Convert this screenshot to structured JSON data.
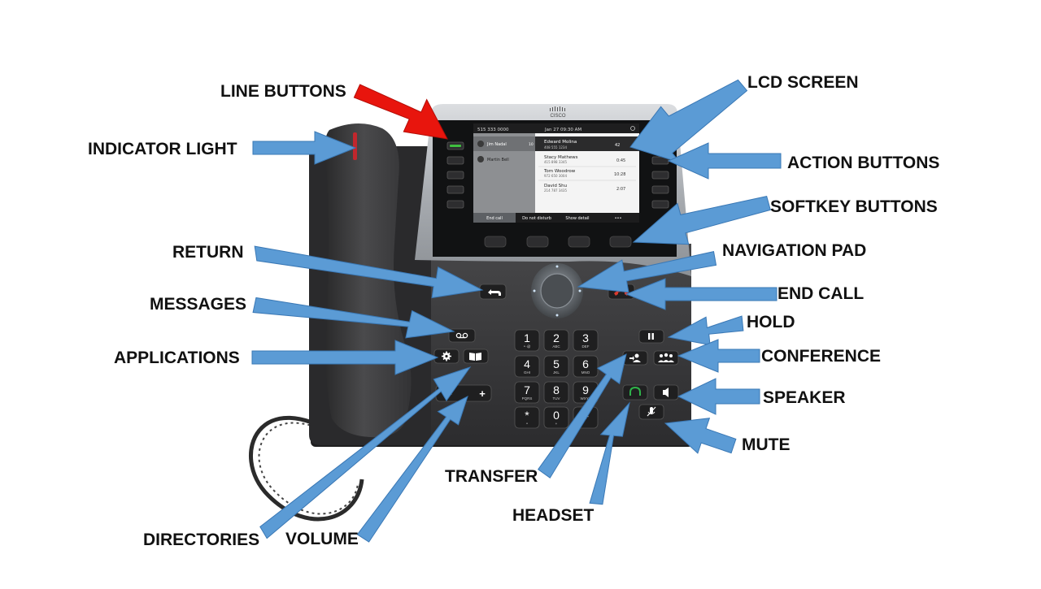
{
  "colors": {
    "arrow_blue": "#5b9bd5",
    "arrow_blue_stroke": "#3a78b5",
    "arrow_red": "#e8150d",
    "phone_body": "#3b3b3d",
    "bezel_silver": "#b9bcc0",
    "screen_black": "#0a0a0a",
    "line_led_green": "#3fbf3f",
    "end_call_red": "#d83a2e",
    "headset_green": "#2fb34a"
  },
  "labels": {
    "line_buttons": "LINE BUTTONS",
    "lcd_screen": "LCD SCREEN",
    "indicator_light": "INDICATOR LIGHT",
    "action_buttons": "ACTION BUTTONS",
    "softkey_buttons": "SOFTKEY BUTTONS",
    "return": "RETURN",
    "navigation_pad": "NAVIGATION PAD",
    "messages": "MESSAGES",
    "end_call": "END CALL",
    "hold": "HOLD",
    "applications": "APPLICATIONS",
    "conference": "CONFERENCE",
    "speaker": "SPEAKER",
    "mute": "MUTE",
    "transfer": "TRANSFER",
    "headset": "HEADSET",
    "directories": "DIRECTORIES",
    "volume": "VOLUME"
  },
  "phone": {
    "brand": "CISCO",
    "lcd": {
      "own_number": "515 333 0000",
      "date_time": "Jan 27  09:30 AM",
      "lines": [
        {
          "name": "Jim Nadal",
          "badge": "10"
        },
        {
          "name": "Martin Bell",
          "badge": ""
        }
      ],
      "calls": [
        {
          "name": "Edward Molina",
          "number": "408 555 1234",
          "time": "42"
        },
        {
          "name": "Stacy Mathews",
          "number": "415 898 3345",
          "time": "0:45"
        },
        {
          "name": "Tom Woodrow",
          "number": "972 650 3004",
          "time": "10:28"
        },
        {
          "name": "David Shu",
          "number": "214 787 3435",
          "time": "2:07"
        }
      ],
      "softkeys": [
        "End call",
        "Do not disturb",
        "Show detail",
        "•••"
      ]
    },
    "keypad": [
      {
        "digit": "1",
        "letters": "∘·@"
      },
      {
        "digit": "2",
        "letters": "ABC"
      },
      {
        "digit": "3",
        "letters": "DEF"
      },
      {
        "digit": "4",
        "letters": "GHI"
      },
      {
        "digit": "5",
        "letters": "JKL"
      },
      {
        "digit": "6",
        "letters": "MNO"
      },
      {
        "digit": "7",
        "letters": "PQRS"
      },
      {
        "digit": "8",
        "letters": "TUV"
      },
      {
        "digit": "9",
        "letters": "WXYZ"
      },
      {
        "digit": "*",
        "letters": "∘"
      },
      {
        "digit": "0",
        "letters": "+"
      },
      {
        "digit": "#",
        "letters": ""
      }
    ],
    "volume_minus": "—",
    "volume_plus": "+"
  }
}
